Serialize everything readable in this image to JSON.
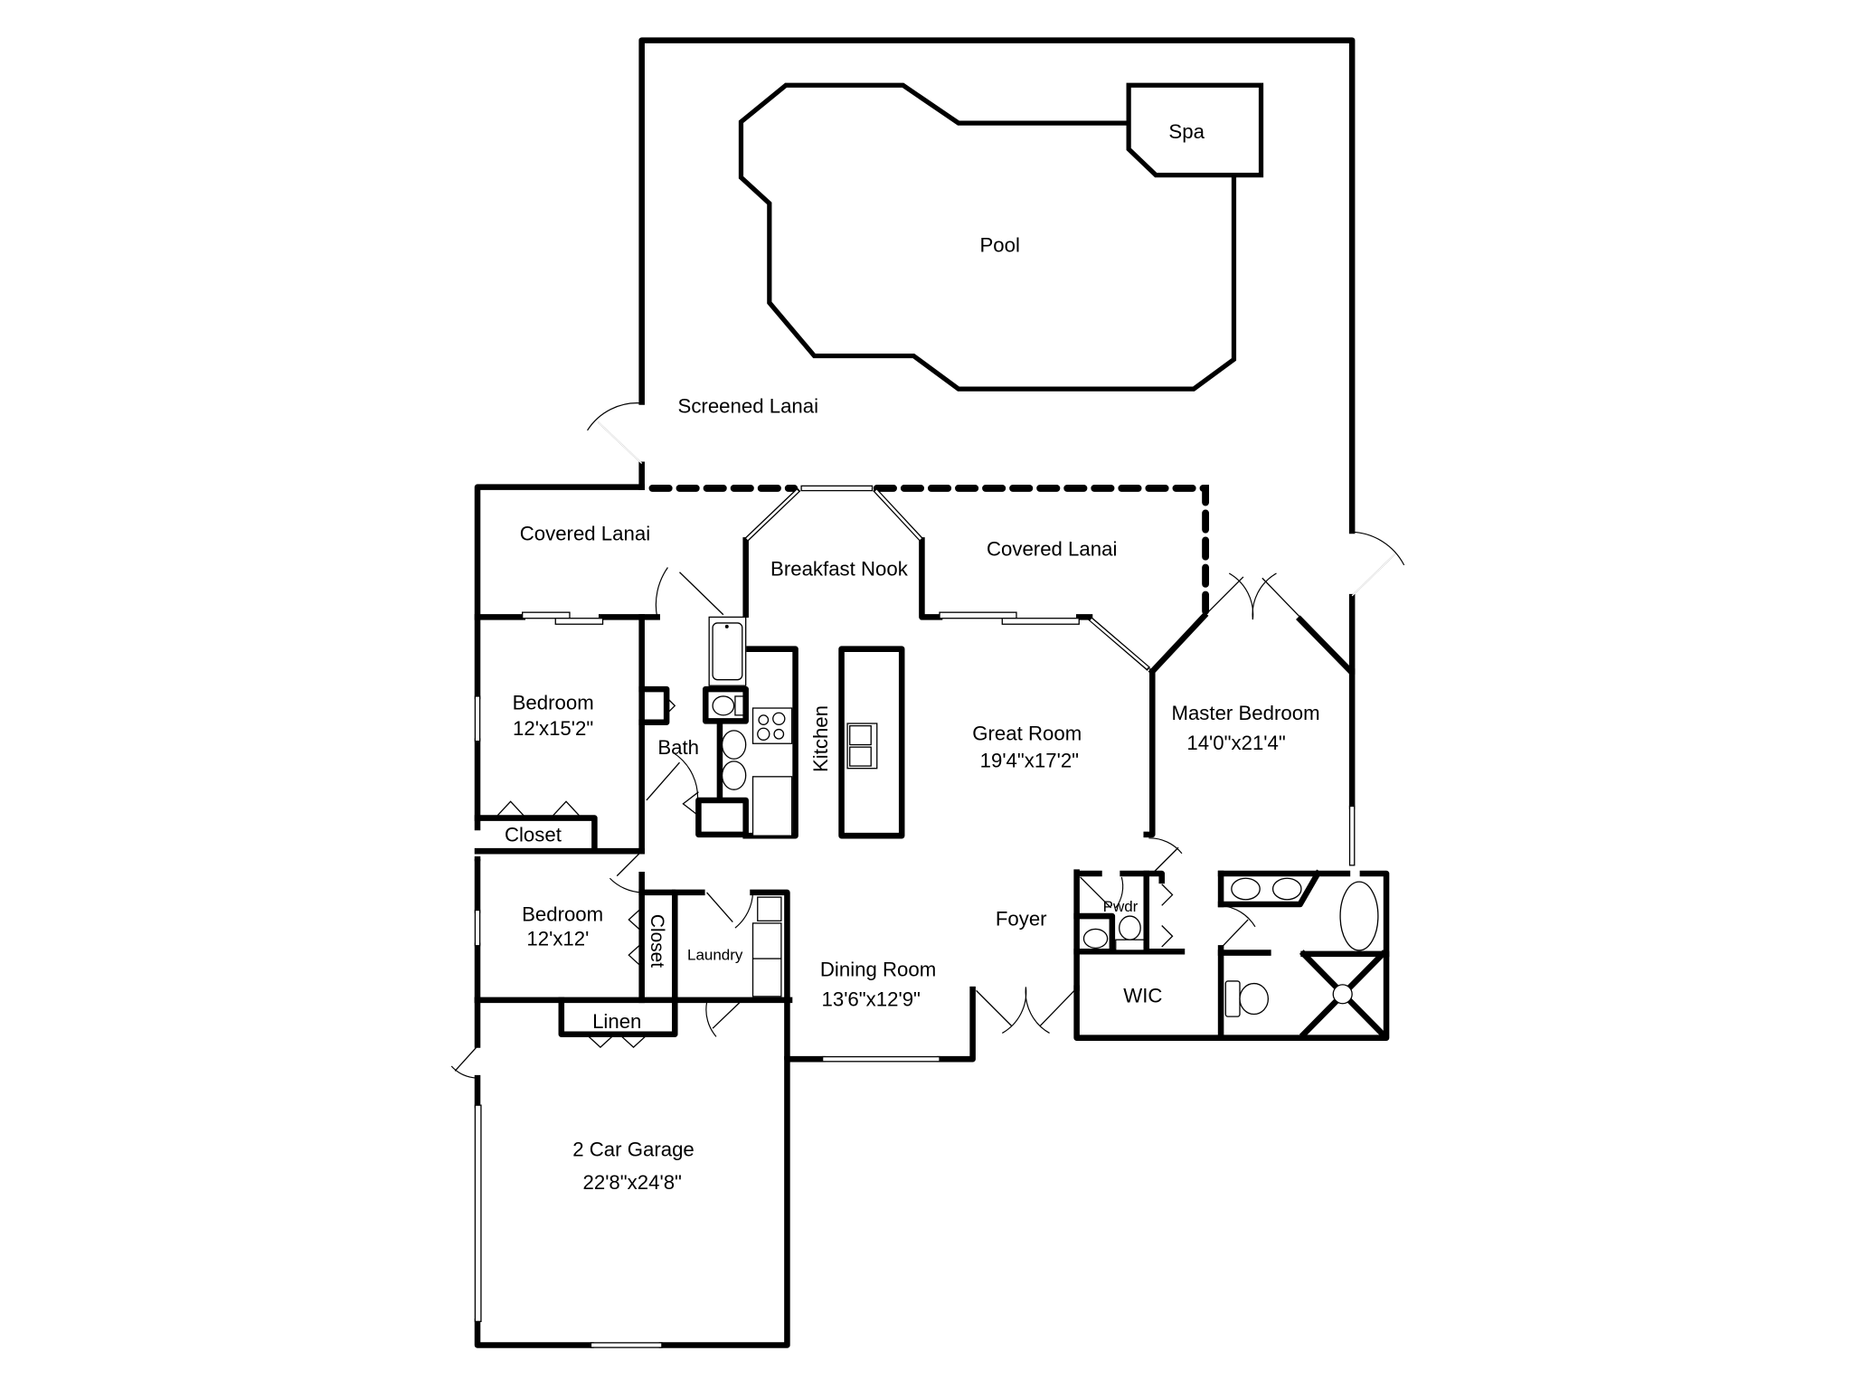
{
  "plan": {
    "rooms": {
      "pool": {
        "name": "Pool"
      },
      "spa": {
        "name": "Spa"
      },
      "screened_lanai": {
        "name": "Screened Lanai"
      },
      "covered_lanai_left": {
        "name": "Covered Lanai"
      },
      "covered_lanai_right": {
        "name": "Covered Lanai"
      },
      "breakfast_nook": {
        "name": "Breakfast Nook"
      },
      "bedroom_1": {
        "name": "Bedroom",
        "size": "12'x15'2\""
      },
      "bath": {
        "name": "Bath"
      },
      "kitchen": {
        "name": "Kitchen"
      },
      "great_room": {
        "name": "Great Room",
        "size": "19'4\"x17'2\""
      },
      "master_bedroom": {
        "name": "Master Bedroom",
        "size": "14'0\"x21'4\""
      },
      "closet_1": {
        "name": "Closet"
      },
      "bedroom_2": {
        "name": "Bedroom",
        "size": "12'x12'"
      },
      "closet_2": {
        "name": "Closet"
      },
      "laundry": {
        "name": "Laundry"
      },
      "foyer": {
        "name": "Foyer"
      },
      "powder": {
        "name": "Pwdr"
      },
      "wic": {
        "name": "WIC"
      },
      "dining_room": {
        "name": "Dining Room",
        "size": "13'6\"x12'9\""
      },
      "linen": {
        "name": "Linen"
      },
      "garage": {
        "name": "2 Car Garage",
        "size": "22'8\"x24'8\""
      }
    }
  }
}
